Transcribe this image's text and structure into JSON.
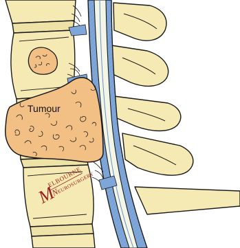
{
  "diagram": {
    "tumour_label": "Tumour",
    "logo": {
      "line1_initial": "M",
      "line1_rest": "ELBOURNE",
      "line2_initial": "N",
      "line2_rest": "EUROSURGERY"
    },
    "colors": {
      "bone": "#f5eab4",
      "bone_shadow": "#e6d791",
      "outline": "#1a1a1a",
      "dura_blue": "#7fa6d8",
      "cord": "#f3f6e6",
      "tumour": "#f2bf85",
      "logo_red": "#9c1b1b"
    }
  }
}
